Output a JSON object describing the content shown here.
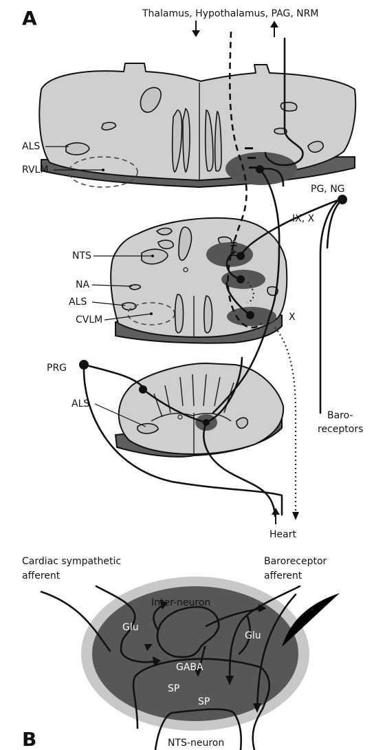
{
  "panels": {
    "a": "A",
    "b": "B"
  },
  "panel_a": {
    "top_label": "Thalamus, Hypothalamus, PAG, NRM",
    "medulla_rostral": {
      "als": "ALS",
      "rvlm": "RVLM"
    },
    "medulla_caudal": {
      "nts": "NTS",
      "na": "NA",
      "als": "ALS",
      "cvlm": "CVLM"
    },
    "spinal": {
      "prg": "PRG",
      "als": "ALS"
    },
    "pg_ng": "PG, NG",
    "ix_x": "IX, X",
    "x": "X",
    "baroreceptors_1": "Baro-",
    "baroreceptors_2": "receptors",
    "heart": "Heart",
    "plus_minus_1": "±",
    "plus_minus_2": "±"
  },
  "panel_b": {
    "cardiac_1": "Cardiac sympathetic",
    "cardiac_2": "afferent",
    "baro_1": "Baroreceptor",
    "baro_2": "afferent",
    "interneuron": "Inter-neuron",
    "glu_left": "Glu",
    "glu_right": "Glu",
    "gaba": "GABA",
    "sp_left": "SP",
    "sp_right": "SP",
    "nts_neuron": "NTS-neuron"
  },
  "colors": {
    "section_fill": "#cfcfcf",
    "section_side": "#5e5e5e",
    "nucleus_zone": "#555555",
    "halo": "#c8c8c8",
    "core": "#575757"
  }
}
